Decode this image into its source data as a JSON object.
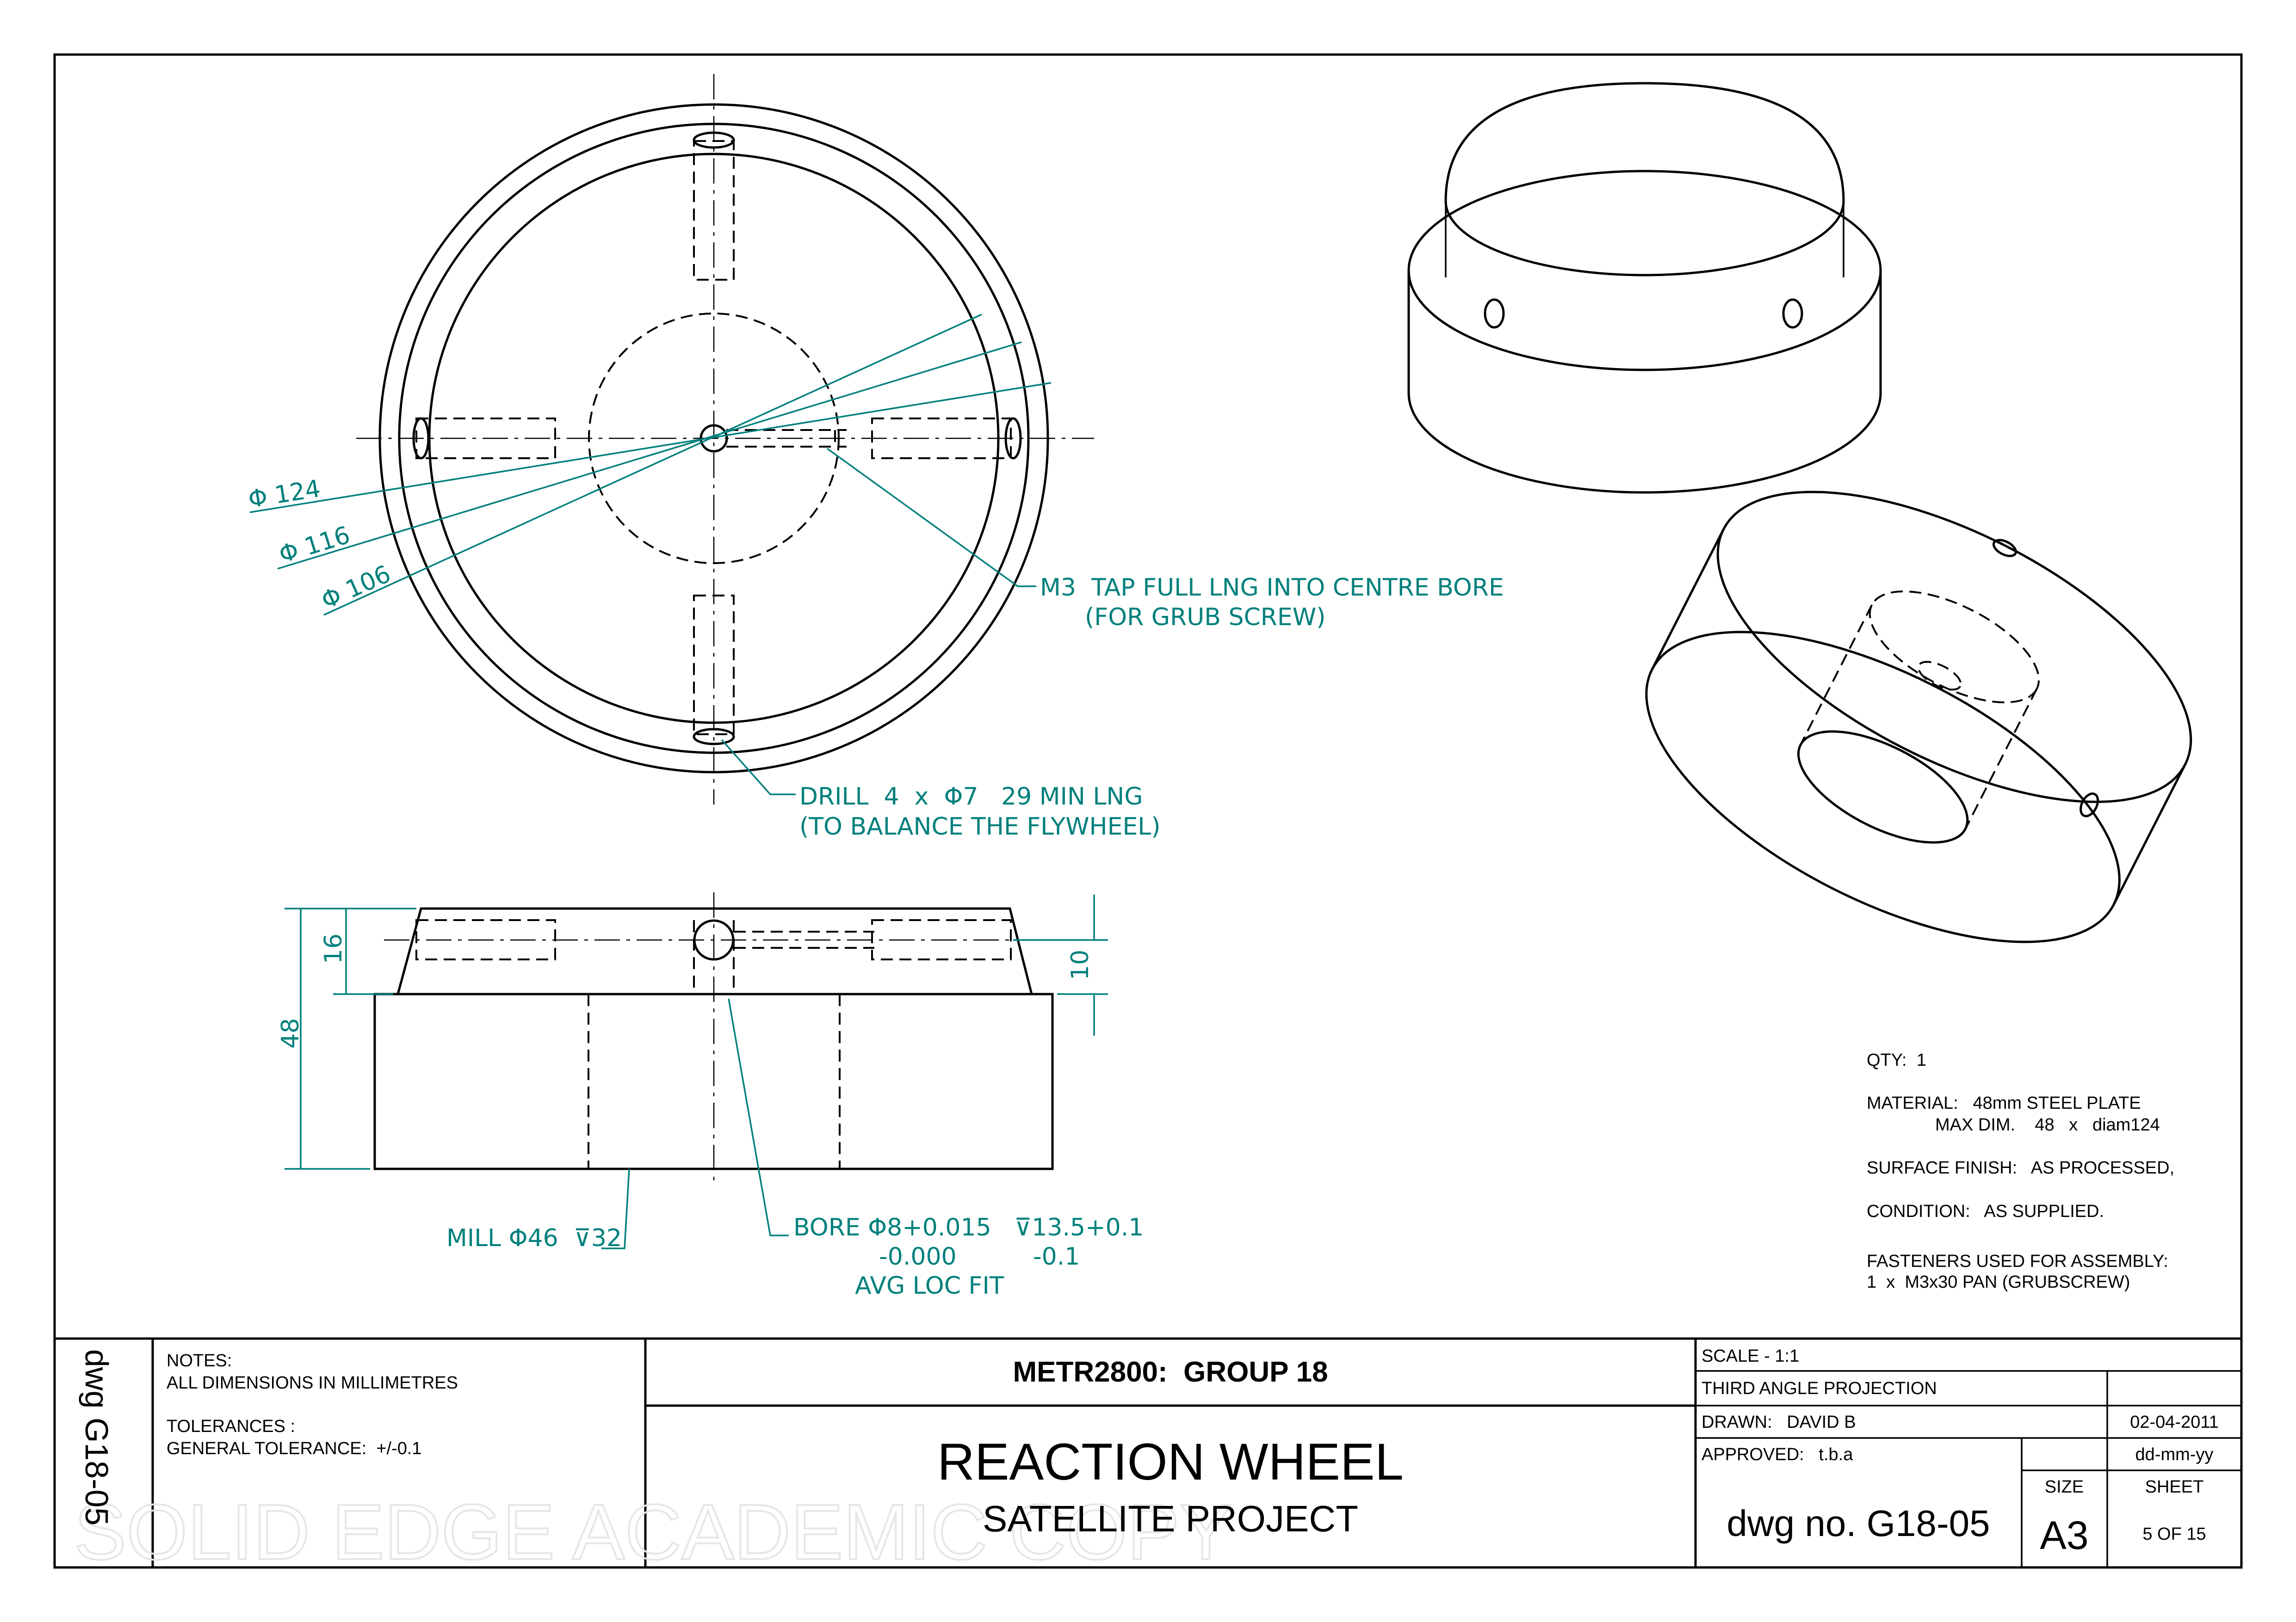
{
  "dimensions": {
    "d124": "Φ 124",
    "d116": "Φ 116",
    "d106": "Φ 106",
    "tap1": "M3  TAP FULL LNG INTO CENTRE BORE",
    "tap2": "(FOR GRUB SCREW)",
    "drill1": "DRILL  4  x  Φ7   29 MIN LNG",
    "drill2": "(TO BALANCE THE FLYWHEEL)",
    "h16": "16",
    "h48": "48",
    "h10": "10",
    "mill": "MILL Φ46  ⊽32",
    "bore1": "BORE Φ8+0.015   ⊽13.5+0.1",
    "bore2": "-0.000          -0.1",
    "bore3": "AVG LOC FIT"
  },
  "spec_notes": {
    "qty": "QTY:  1",
    "material1": "MATERIAL:   48mm STEEL PLATE",
    "material2": "MAX DIM.    48   x   diam124",
    "finish": "SURFACE FINISH:   AS PROCESSED,",
    "condition": "CONDITION:   AS SUPPLIED.",
    "fasteners1": "FASTENERS USED FOR ASSEMBLY:",
    "fasteners2": "1  x  M3x30 PAN (GRUBSCREW)"
  },
  "title_block": {
    "side_label": "dwg G18-05",
    "notes_heading": "NOTES:",
    "notes_line": "ALL DIMENSIONS IN MILLIMETRES",
    "tolerances_heading": "TOLERANCES :",
    "tolerances_line": "GENERAL TOLERANCE:  +/-0.1",
    "course": "METR2800:  GROUP 18",
    "title": "REACTION WHEEL",
    "subtitle": "SATELLITE PROJECT",
    "scale": "SCALE - 1:1",
    "projection": "THIRD ANGLE PROJECTION",
    "drawn": "DRAWN:   DAVID B",
    "drawn_date": "02-04-2011",
    "approved": "APPROVED:   t.b.a",
    "approved_date": "dd-mm-yy",
    "dwg_no": "dwg no. G18-05",
    "size_label": "SIZE",
    "size_value": "A3",
    "sheet_label": "SHEET",
    "sheet_value": "5 OF 15",
    "watermark": "SOLID EDGE ACADEMIC COPY"
  },
  "colors": {
    "dimension": "#00807c",
    "line": "#000000"
  }
}
